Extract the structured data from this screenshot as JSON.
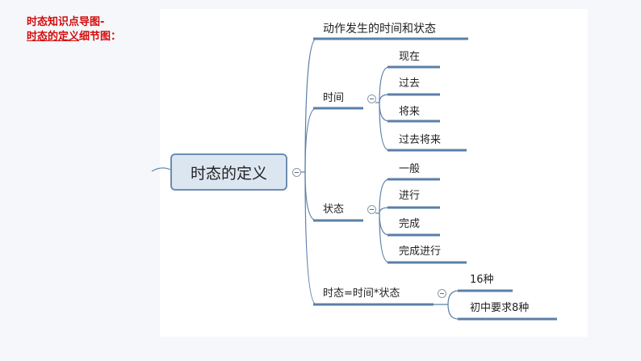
{
  "heading": {
    "line1": "时态知识点导图-",
    "line2_underlined": "时态的定义",
    "line2_rest": "细节图："
  },
  "mindmap": {
    "central": "时态的定义",
    "branches": [
      {
        "label": "动作发生的时间和状态",
        "children": []
      },
      {
        "label": "时间",
        "children": [
          "现在",
          "过去",
          "将来",
          "过去将来"
        ]
      },
      {
        "label": "状态",
        "children": [
          "一般",
          "进行",
          "完成",
          "完成进行"
        ]
      },
      {
        "label": "时态=时间*状态",
        "children": [
          "16种",
          "初中要求8种"
        ]
      }
    ]
  },
  "colors": {
    "line": "#5b7fa8",
    "central_fill": "#dce6f1",
    "heading": "#d40b0b"
  }
}
